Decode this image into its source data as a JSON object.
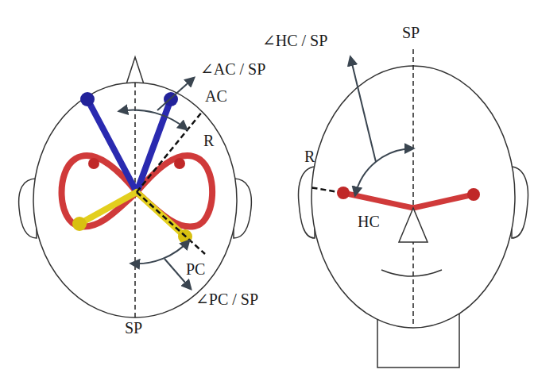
{
  "diagram": {
    "labels": [
      "∠AC / SP",
      "AC",
      "R",
      "PC",
      "∠PC / SP",
      "SP",
      "SP",
      "∠HC / SP",
      "R",
      "HC"
    ]
  }
}
